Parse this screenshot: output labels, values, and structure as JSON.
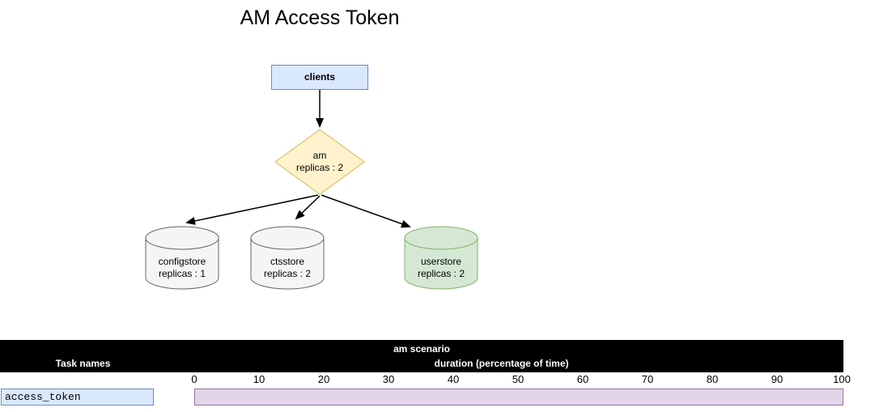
{
  "title": "AM Access Token",
  "diagram": {
    "clients": {
      "label": "clients"
    },
    "am": {
      "line1": "am",
      "line2": "replicas : 2"
    },
    "configstore": {
      "line1": "configstore",
      "line2": "replicas : 1"
    },
    "ctsstore": {
      "line1": "ctsstore",
      "line2": "replicas : 2"
    },
    "userstore": {
      "line1": "userstore",
      "line2": "replicas : 2"
    }
  },
  "colors": {
    "blue_fill": "#dae8fc",
    "blue_stroke": "#6c8ebf",
    "yellow_fill": "#fff2cc",
    "yellow_stroke": "#d6b656",
    "gray_fill": "#f5f5f5",
    "gray_stroke": "#666666",
    "green_fill": "#d5e8d4",
    "green_stroke": "#82b366",
    "purple_fill": "#e1d5e7",
    "purple_stroke": "#9673a6",
    "header_bg": "#000000",
    "header_text": "#ffffff",
    "arrow": "#000000"
  },
  "gantt": {
    "scenario_title": "am scenario",
    "task_column_header": "Task names",
    "duration_header": "duration (percentage of time)",
    "axis_ticks": [
      "0",
      "10",
      "20",
      "30",
      "40",
      "50",
      "60",
      "70",
      "80",
      "90",
      "100"
    ],
    "tasks": [
      {
        "name": "access_token",
        "start": 0,
        "end": 100
      }
    ]
  },
  "chart_data": {
    "type": "bar",
    "subtype": "gantt",
    "title": "am scenario",
    "xlabel": "duration (percentage of time)",
    "ylabel": "Task names",
    "xlim": [
      0,
      100
    ],
    "x_ticks": [
      0,
      10,
      20,
      30,
      40,
      50,
      60,
      70,
      80,
      90,
      100
    ],
    "series": [
      {
        "name": "access_token",
        "start": 0,
        "end": 100
      }
    ],
    "legend_position": "none",
    "grid": false
  }
}
